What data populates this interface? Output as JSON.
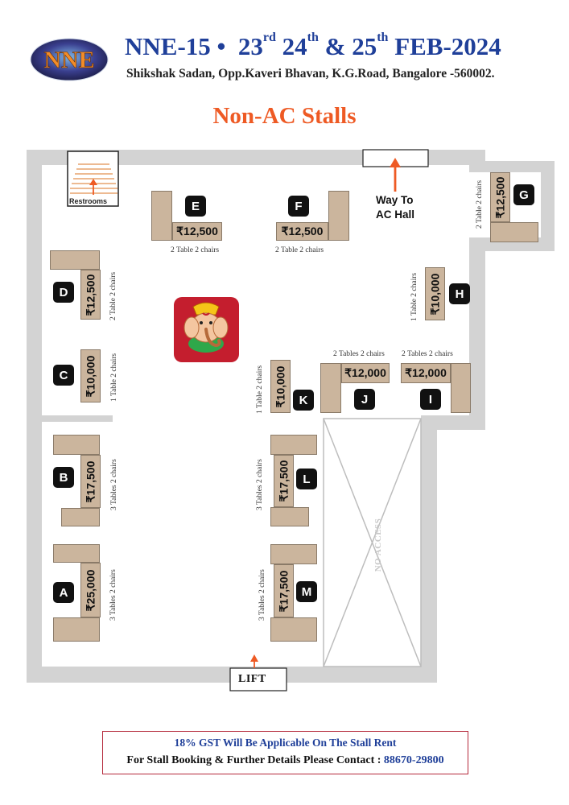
{
  "header": {
    "logo_text": "NNE",
    "event": "NNE-15 •",
    "d1": "23",
    "d1_suffix": "rd",
    "d2": "24",
    "d2_suffix": "th",
    "amp": "&",
    "d3": "25",
    "d3_suffix": "th",
    "month_year": "FEB-2024",
    "address": "Shikshak Sadan, Opp.Kaveri Bhavan, K.G.Road, Bangalore -560002."
  },
  "heading": "Non-AC Stalls",
  "labels": {
    "restrooms": "Restrooms",
    "way_to": "Way To",
    "ac_hall": "AC Hall",
    "lift": "LIFT",
    "no_access": "NO ACCESS"
  },
  "stalls": {
    "A": {
      "id": "A",
      "price": "₹25,000",
      "note": "3 Tables 2 chairs"
    },
    "B": {
      "id": "B",
      "price": "₹17,500",
      "note": "3 Tables 2 chairs"
    },
    "C": {
      "id": "C",
      "price": "₹10,000",
      "note": "1 Table 2 chairs"
    },
    "D": {
      "id": "D",
      "price": "₹12,500",
      "note": "2 Table 2 chairs"
    },
    "E": {
      "id": "E",
      "price": "₹12,500",
      "note": "2 Table 2 chairs"
    },
    "F": {
      "id": "F",
      "price": "₹12,500",
      "note": "2 Table 2 chairs"
    },
    "G": {
      "id": "G",
      "price": "₹12,500",
      "note": "2 Table 2 chairs"
    },
    "H": {
      "id": "H",
      "price": "₹10,000",
      "note": "1 Table 2 chairs"
    },
    "I": {
      "id": "I",
      "price": "₹12,000",
      "note": "2 Tables 2 chairs"
    },
    "J": {
      "id": "J",
      "price": "₹12,000",
      "note": "2 Tables 2 chairs"
    },
    "K": {
      "id": "K",
      "price": "₹10,000",
      "note": "1 Table 2 chairs"
    },
    "L": {
      "id": "L",
      "price": "₹17,500",
      "note": "3 Tables 2 chairs"
    },
    "M": {
      "id": "M",
      "price": "₹17,500",
      "note": "3 Tables 2 chairs"
    }
  },
  "footer": {
    "gst": "18% GST Will Be Applicable On The Stall Rent",
    "contact": "For Stall Booking & Further Details Please Contact :",
    "phone": "88670-29800"
  },
  "colors": {
    "title_blue": "#1f3f99",
    "heading_orange": "#ee5a24",
    "wall_gray": "#d3d3d3",
    "table_tan": "#cbb59d",
    "footer_border": "#b5293b"
  }
}
